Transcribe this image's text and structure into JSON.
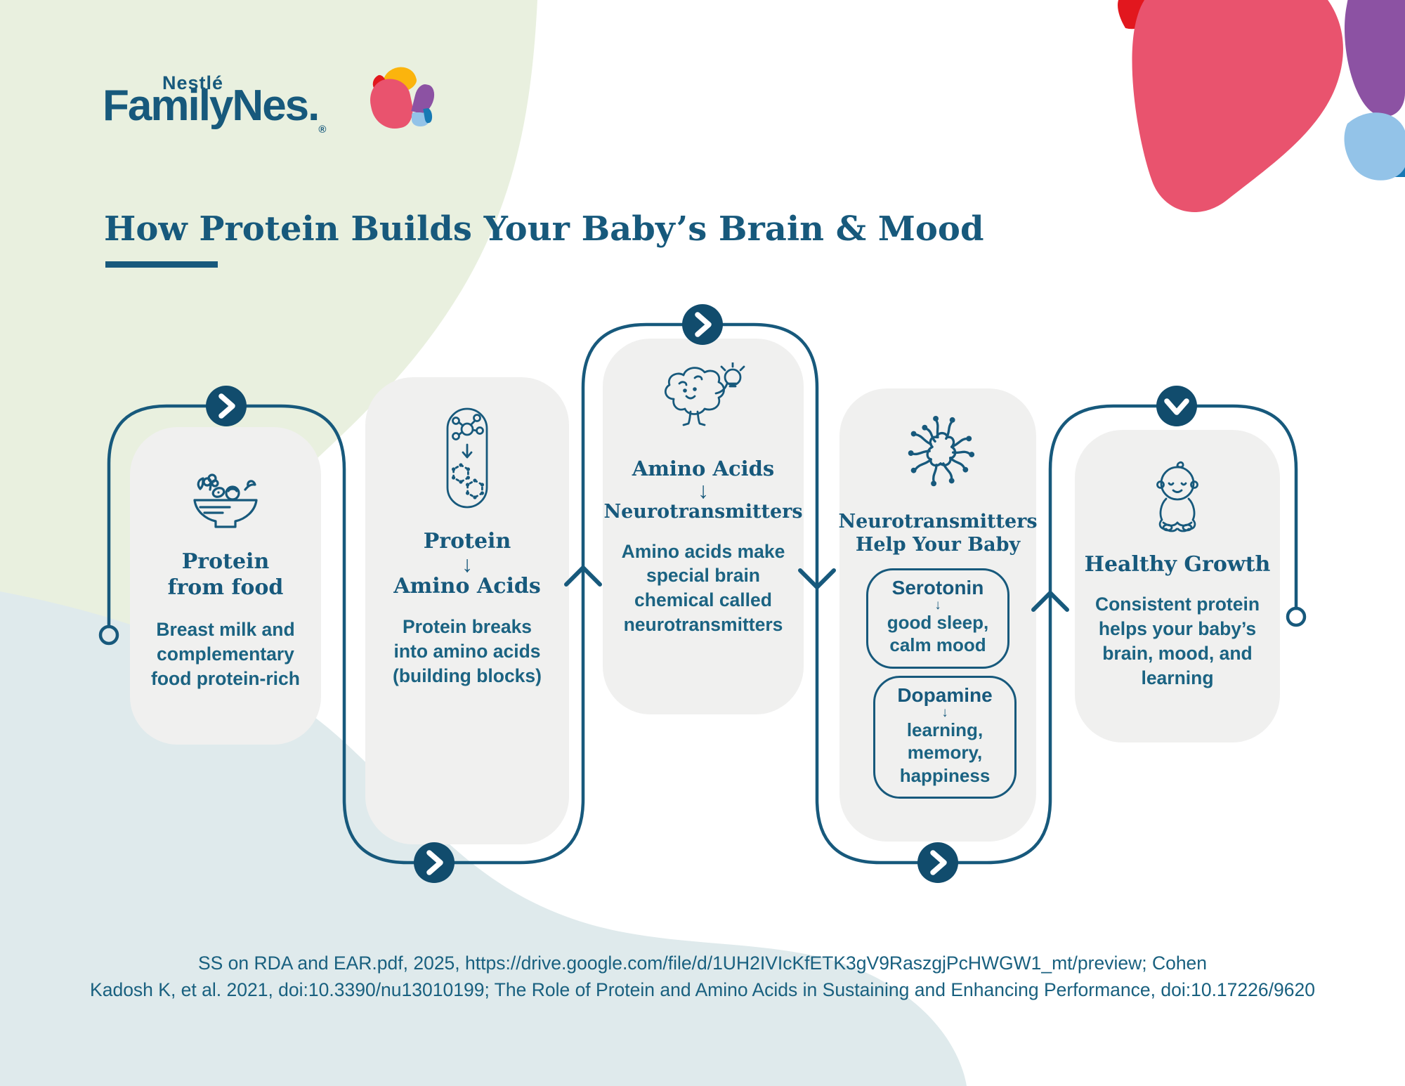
{
  "logo": {
    "nestle": "Nestlé",
    "family": "FamilyNes.",
    "registered": "®"
  },
  "title": "How Protein Builds Your Baby’s Brain & Mood",
  "cards": [
    {
      "icon": "food-bowl-icon",
      "heading_line1": "Protein",
      "heading_line2": "from food",
      "body": "Breast milk and complementary food protein-rich"
    },
    {
      "icon": "protein-capsule-icon",
      "heading_top": "Protein",
      "arrow": "↓",
      "heading_bottom": "Amino Acids",
      "body": "Protein breaks into amino acids (building blocks)"
    },
    {
      "icon": "brain-lightbulb-icon",
      "heading_top": "Amino Acids",
      "arrow": "↓",
      "heading_bottom": "Neurotransmitters",
      "body": "Amino acids make special brain chemical called neurotransmitters"
    },
    {
      "icon": "neuron-icon",
      "heading_line1": "Neurotransmitters",
      "heading_line2": "Help Your Baby",
      "boxes": [
        {
          "label": "Serotonin",
          "arrow": "↓",
          "text": "good sleep, calm mood"
        },
        {
          "label": "Dopamine",
          "arrow": "↓",
          "text": "learning, memory, happiness"
        }
      ]
    },
    {
      "icon": "baby-icon",
      "heading": "Healthy Growth",
      "body": "Consistent protein helps your baby’s brain, mood, and learning"
    }
  ],
  "footer": {
    "line1": "SS on RDA and EAR.pdf, 2025, https://drive.google.com/file/d/1UH2IVIcKfETK3gV9RaszgjPcHWGW1_mt/preview; Cohen",
    "line2": "Kadosh K, et al. 2021, doi:10.3390/nu13010199; The Role of Protein and Amino Acids in Sustaining and Enhancing Performance, doi:10.17226/9620"
  },
  "colors": {
    "teal_ink": "#17597C",
    "node_fill": "#114C6D",
    "card_bg": "#F0F0EF",
    "green_blob": "#E9F0DF",
    "teal_blob": "#DFEAEC",
    "pink": "#E9536E",
    "red": "#E2171E",
    "yellow": "#FBB40D",
    "purple": "#8C52A3",
    "light_blue": "#93C3E8",
    "blue": "#1779B4"
  }
}
